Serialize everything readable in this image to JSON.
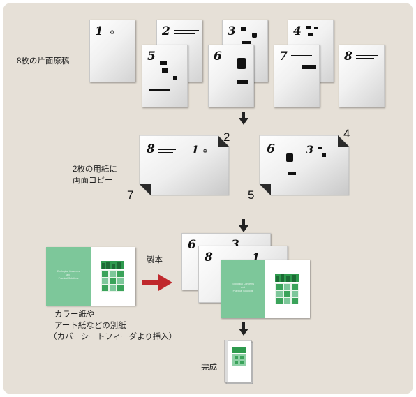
{
  "labels": {
    "originals": "8枚の片面原稿",
    "duplex_line1": "2枚の用紙に",
    "duplex_line2": "両面コピー",
    "bind": "製本",
    "cover_line1": "カラー紙や",
    "cover_line2": "アート紙などの別紙",
    "cover_line3": "（カバーシートフィーダより挿入）",
    "done": "完成"
  },
  "page_numbers": {
    "p1": "1",
    "p2": "2",
    "p3": "3",
    "p4": "4",
    "p5": "5",
    "p6": "6",
    "p7": "7",
    "p8": "8"
  },
  "duplex_numbers": {
    "sheet_a_front_left": "8",
    "sheet_a_front_right": "1",
    "sheet_a_back_top": "2",
    "sheet_a_back_bottom": "7",
    "sheet_b_front_left": "6",
    "sheet_b_front_right": "3",
    "sheet_b_back_top": "4",
    "sheet_b_back_bottom": "5"
  },
  "stack_numbers": {
    "a": "6",
    "b": "3",
    "c": "8",
    "d": "1"
  },
  "cover": {
    "title_line1": "Ecological Concerns",
    "title_line2": "and",
    "title_line3": "Practical Solutions"
  },
  "colors": {
    "panel_bg": "#e6e0d7",
    "cover_green": "#7dc79a",
    "bind_arrow": "#c0282c",
    "flow_arrow": "#222222"
  },
  "icons": [
    "down-arrow-icon",
    "right-arrow-icon",
    "book-icon",
    "city-icon"
  ]
}
